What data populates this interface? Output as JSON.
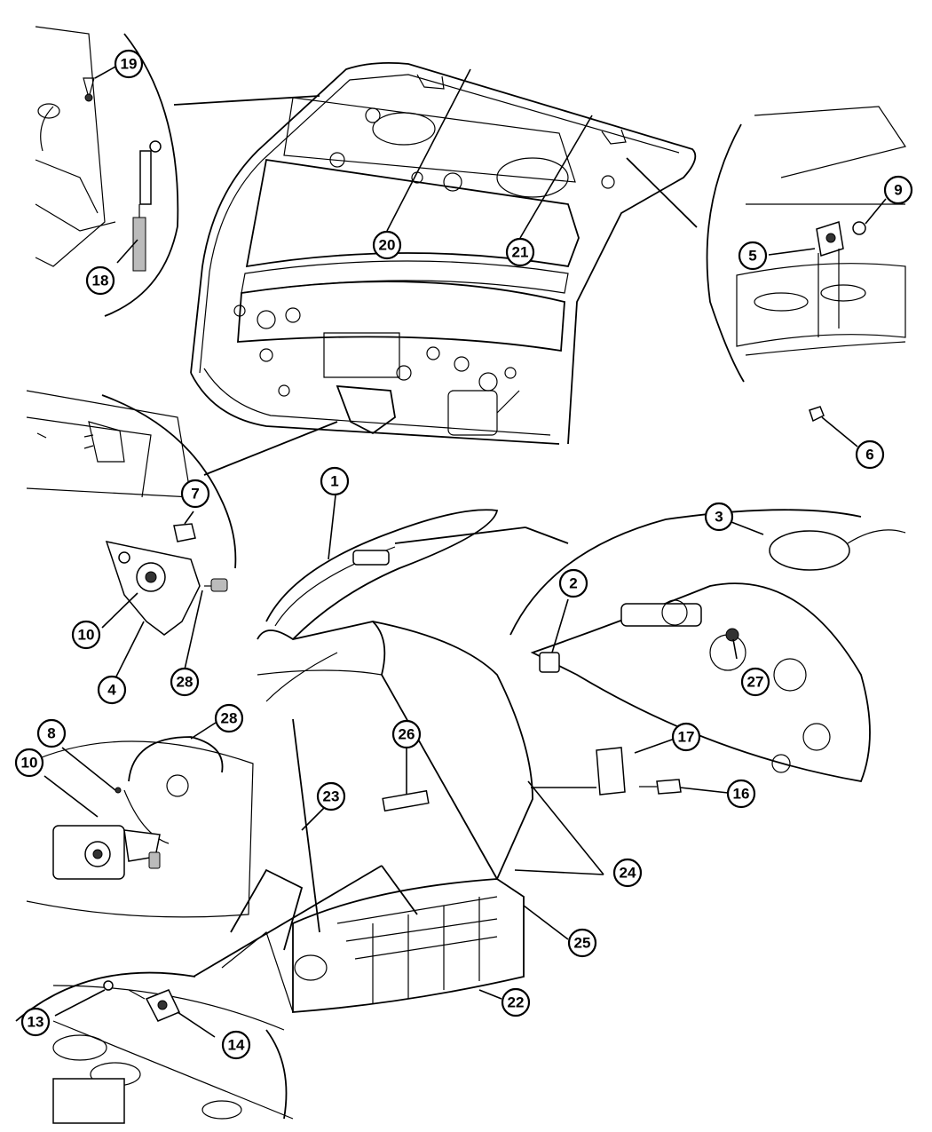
{
  "diagram": {
    "callouts": [
      {
        "id": "c1",
        "label": "1"
      },
      {
        "id": "c2",
        "label": "2"
      },
      {
        "id": "c3",
        "label": "3"
      },
      {
        "id": "c4",
        "label": "4"
      },
      {
        "id": "c5",
        "label": "5"
      },
      {
        "id": "c6",
        "label": "6"
      },
      {
        "id": "c7",
        "label": "7"
      },
      {
        "id": "c8",
        "label": "8"
      },
      {
        "id": "c9",
        "label": "9"
      },
      {
        "id": "c10a",
        "label": "10"
      },
      {
        "id": "c10b",
        "label": "10"
      },
      {
        "id": "c13",
        "label": "13"
      },
      {
        "id": "c14",
        "label": "14"
      },
      {
        "id": "c16",
        "label": "16"
      },
      {
        "id": "c17",
        "label": "17"
      },
      {
        "id": "c18",
        "label": "18"
      },
      {
        "id": "c19",
        "label": "19"
      },
      {
        "id": "c20",
        "label": "20"
      },
      {
        "id": "c21",
        "label": "21"
      },
      {
        "id": "c22",
        "label": "22"
      },
      {
        "id": "c23",
        "label": "23"
      },
      {
        "id": "c24",
        "label": "24"
      },
      {
        "id": "c25",
        "label": "25"
      },
      {
        "id": "c26",
        "label": "26"
      },
      {
        "id": "c27",
        "label": "27"
      },
      {
        "id": "c28a",
        "label": "28"
      },
      {
        "id": "c28b",
        "label": "28"
      }
    ]
  }
}
